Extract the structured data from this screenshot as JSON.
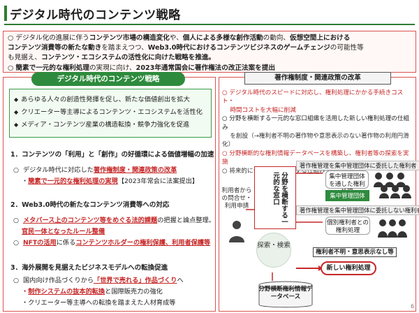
{
  "title": "デジタル時代のコンテンツ戦略",
  "summary": {
    "line1_a": "○ デジタル化の進展に伴う",
    "line1_b": "コンテンツ市場の構造変化",
    "line1_c": "や、",
    "line1_d": "個人による多様な創作活動",
    "line1_e": "の動向、",
    "line1_f": "仮想空間上における",
    "line2_a": "コンテンツ消費等の新たな動き",
    "line2_b": "を踏まえつつ、",
    "line2_c": "Web3.0時代におけるコンテンツビジネスのゲームチェンジ",
    "line2_d": "の可能性等",
    "line3_a": "も見据え、",
    "line3_b": "コンテンツ・エコシステムの活性化に向けた戦略を推進。",
    "line4_a": "○ ",
    "line4_b": "簡素で一元的な権利処理",
    "line4_c": "の実現に向け、",
    "line4_d": "2023年通常国会に著作権法の改正法案を提出"
  },
  "left": {
    "pill": "デジタル時代のコンテンツ戦略",
    "diamonds": [
      "あらゆる人々の創造性発揮を促し、新たな価値創出を拡大",
      "クリエーター等主導によるコンテンツ・エコシステムを活性化",
      "メディア・コンテンツ産業の構造転換・競争力強化を促進"
    ],
    "sec1": {
      "head": "1．コンテンツの「利用」と「創作」の好循環による価値増幅の加速",
      "l1_a": "デジタル時代に対応した",
      "l1_b": "著作権制度・関連政策の改革",
      "l2_a": "・",
      "l2_b": "簡素で一元的な権利処理の実現",
      "l2_c": "【2023年常会に法案提出】"
    },
    "sec2": {
      "head": "2．Web3.0時代の新たなコンテンツ消費等への対応",
      "l1_a": "メタバース上のコンテンツ等をめぐる法的課題",
      "l1_b": "の把握と論点整理。",
      "l2": "官民一体となったルール整備",
      "l3_a": "NFTの活用",
      "l3_b": "に係る",
      "l3_c": "コンテンツホルダーの権利保護、利用者保護等"
    },
    "sec3": {
      "head": "3．海外展開を見据えたビジネスモデルへの転換促進",
      "l1_a": "国内向け作品づくりから",
      "l1_b": "「世界で売れる」作品づくり",
      "l1_c": "へ",
      "l2_a": "・",
      "l2_b": "制作システムの抜本的転換",
      "l2_c": "と国際販売力の強化",
      "l3": "・クリエーター等主導への転換を踏まえた人材育成等"
    }
  },
  "right": {
    "pill": "著作権制度・関連政策の改革",
    "items": [
      "○ デジタル時代のスピードに対応し、権利処理にかかる手続きコスト・",
      "　 時間コストを大幅に削減",
      "○ 分野を横断する一元的な窓口組織を活用した新しい権利処理の仕組み",
      "　 を創設（→権利者不明の著作物や意思表示のない著作物の利用円滑化）",
      "○ 分野横断的な権利情報データベースを構築し、権利者等の探索を実施",
      "○ 将来的にデジタルで完結する仕組みを目指す"
    ],
    "person_label": "利用者からの問合せ・利用申請",
    "window_text": "分野を横断する一元的な窓口",
    "search_text": "探索・検索",
    "label_managed": "著作権管理を集中管理団体に委託した権利者",
    "box_managed": "集中管理団体を通した権利処理",
    "btn_collective": "集中管理団体",
    "label_unmanaged": "著作権管理を集中管理団体に委託しない権利者",
    "box_individual": "個別権利者との権利処理",
    "flag_unknown": "権利者不明・意思表示なし等",
    "new_process": "新しい権利処理",
    "db_text": "分野横断権利情報データベース",
    "page_no": "6"
  },
  "colors": {
    "accent_green": "#2e8b3d",
    "accent_red": "#c62828",
    "border_red": "#d9534f"
  }
}
